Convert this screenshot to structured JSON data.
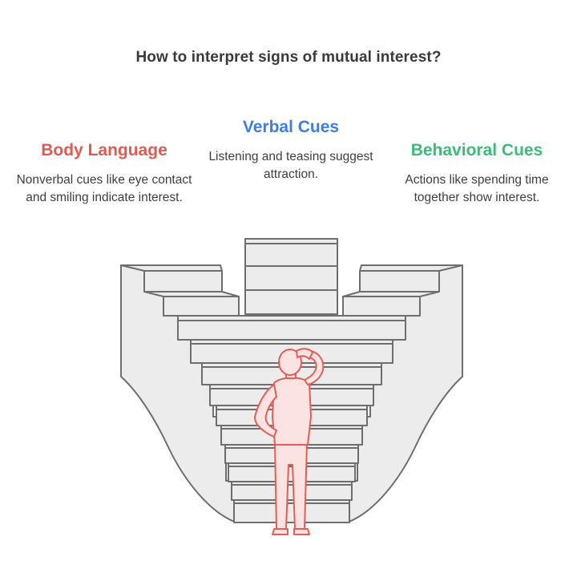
{
  "title": "How to interpret signs of mutual interest?",
  "colors": {
    "body_language": "#e05a52",
    "verbal_cues": "#3d7fde",
    "behavioral_cues": "#3bbd78",
    "structure_fill": "#ececec",
    "structure_stroke": "#6e6e6e",
    "figure_stroke": "#e45d57",
    "figure_fill": "#fbe3e1"
  },
  "columns": {
    "body_language": {
      "heading": "Body Language",
      "description": "Nonverbal cues like eye contact and smiling indicate interest."
    },
    "verbal_cues": {
      "heading": "Verbal Cues",
      "description": "Listening and teasing suggest attraction."
    },
    "behavioral_cues": {
      "heading": "Behavioral Cues",
      "description": "Actions like spending time together show interest."
    }
  },
  "illustration": {
    "stair_icon": "converging-staircase",
    "figure_icon": "person-scratching-head"
  }
}
